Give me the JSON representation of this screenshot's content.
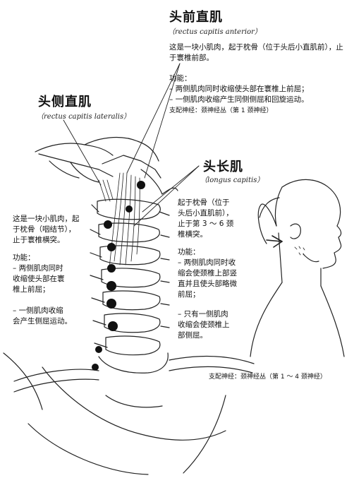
{
  "rectus_capitis_anterior": {
    "title": "头前直肌",
    "latin": "（rectus capitis anterior）",
    "description": "这是一块小肌肉，起于枕骨（位于头后小直肌前），止于寰椎前部。",
    "function_heading": "功能：",
    "function_items": [
      "– 两侧肌肉同时收缩使头部在寰椎上前屈；",
      "– 一侧肌肉收缩产生同侧侧屈和回旋运动。"
    ],
    "innervation": "支配神经：颈神经丛（第 1 颈神经）"
  },
  "rectus_capitis_lateralis": {
    "title": "头侧直肌",
    "latin": "（rectus capitis lateralis）",
    "description_lines": [
      "这是一块小肌肉，起",
      "于枕骨（咽结节），",
      "止于寰椎横突。"
    ],
    "function_heading": "功能：",
    "function_lines_1": [
      "– 两侧肌肉同时",
      "收缩使头部在寰",
      "椎上前屈；"
    ],
    "function_lines_2": [
      "– 一侧肌肉收缩",
      "会产生侧屈运动。"
    ]
  },
  "longus_capitis": {
    "title": "头长肌",
    "latin": "（longus capitis）",
    "description_lines": [
      "起于枕骨（位于",
      "头后小直肌前），",
      "止于第 3 ～ 6 颈",
      "椎横突。"
    ],
    "function_heading": "功能：",
    "function_lines_1": [
      "– 两侧肌肉同时收",
      "缩会使颈椎上部竖",
      "直并且使头部略微",
      "前屈；"
    ],
    "function_lines_2": [
      "– 只有一侧肌肉",
      "收缩会使颈椎上",
      "部侧屈。"
    ],
    "innervation": "支配神经：颈神经丛（第 1 ～ 4 颈神经）"
  }
}
